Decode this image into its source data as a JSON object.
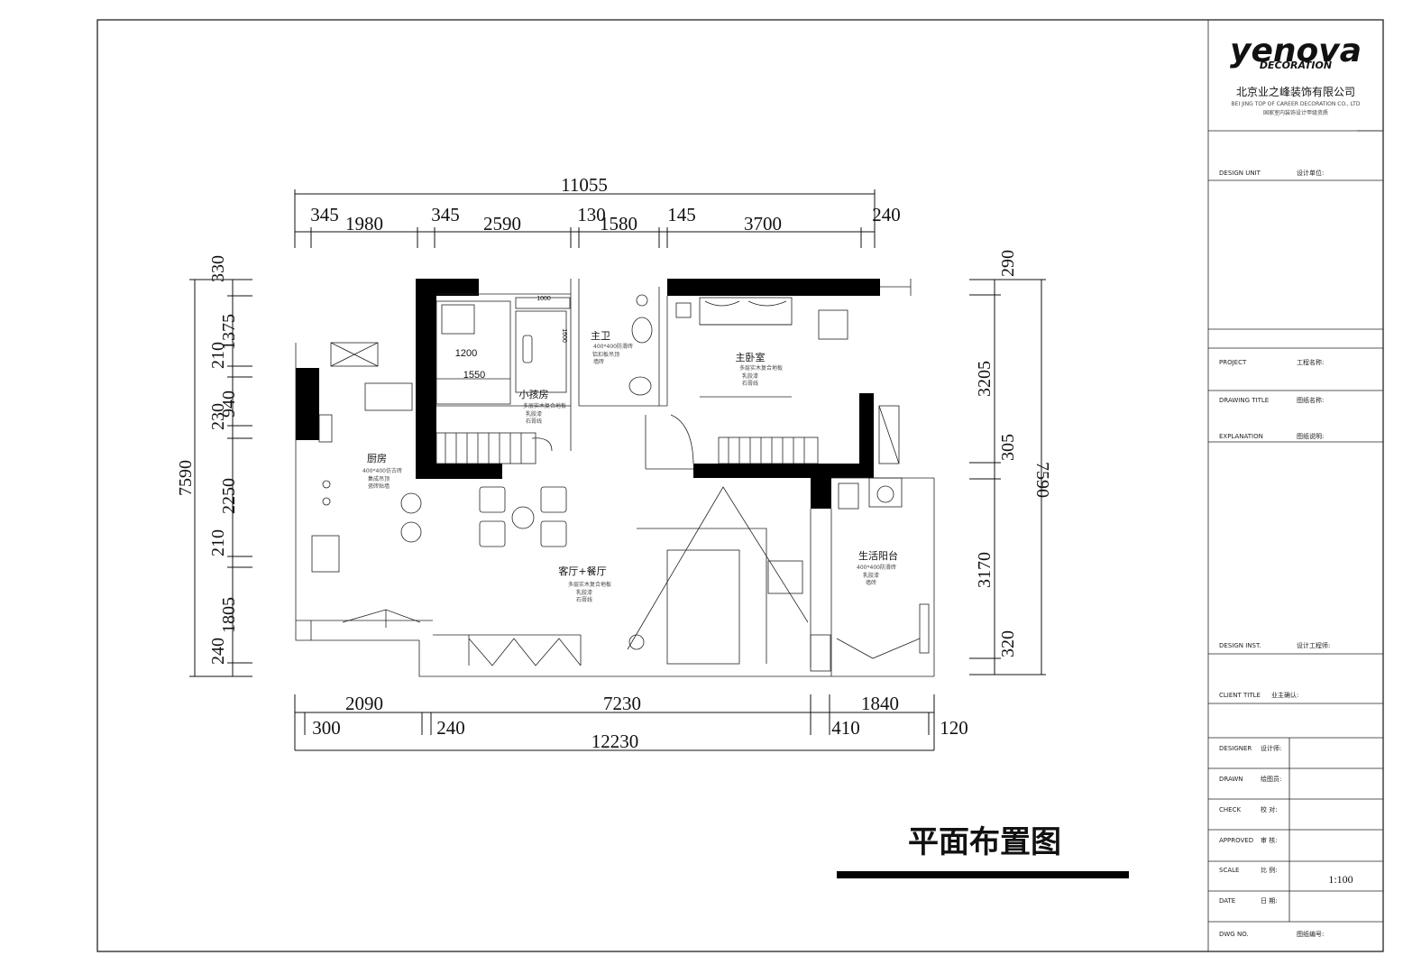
{
  "company": {
    "logo": "yenova",
    "logo_sub": "DECORATION",
    "name_cn": "北京业之峰装饰有限公司",
    "name_en": "BEI JING TOP OF CAREER DECORATION CO., LTD",
    "line3": "国家室内装饰设计甲级资质"
  },
  "title_block": {
    "design_unit": "DESIGN UNIT",
    "design_unit_cn": "设计单位:",
    "project": "PROJECT",
    "project_cn": "工程名称:",
    "drawing_title": "DRAWING TITLE",
    "drawing_title_cn": "图纸名称:",
    "explanation": "EXPLANATION",
    "explanation_cn": "图纸说明:",
    "design_inst": "DESIGN INST.",
    "design_inst_cn": "设计工程师:",
    "client": "CLIENT TITLE",
    "client_cn": "业主确认:",
    "designer": "DESIGNER",
    "designer_cn": "设计师:",
    "drawn": "DRAWN",
    "drawn_cn": "绘图员:",
    "check": "CHECK",
    "check_cn": "校 对:",
    "approved": "APPROVED",
    "approved_cn": "审 核:",
    "scale": "SCALE",
    "scale_cn": "比 例:",
    "scale_value": "1:100",
    "date": "DATE",
    "date_cn": "日 期:",
    "dwg_no": "DWG NO.",
    "dwg_no_cn": "图纸编号:"
  },
  "drawing_title": "平面布置图",
  "dims_top": {
    "total": "11055",
    "segments": [
      "345",
      "1980",
      "345",
      "2590",
      "130",
      "1580",
      "145",
      "3700",
      "240"
    ]
  },
  "dims_bottom": {
    "total": "12230",
    "upper": [
      "2090",
      "7230",
      "1840"
    ],
    "lower": [
      "300",
      "240",
      "410",
      "120"
    ]
  },
  "dims_left": {
    "total": "7590",
    "segments": [
      "330",
      "1375",
      "210",
      "940",
      "230",
      "2250",
      "210",
      "1805",
      "240"
    ]
  },
  "dims_right": {
    "total": "7590",
    "segments": [
      "290",
      "3205",
      "305",
      "3170",
      "320"
    ]
  },
  "rooms": {
    "kitchen": "厨房",
    "kitchen_sub1": "400*400仿古砖",
    "kitchen_sub2": "集成吊顶",
    "kitchen_sub3": "瓷砖贴墙",
    "child": "小孩房",
    "child_sub1": "多层实木复合地板",
    "child_sub2": "乳胶漆",
    "child_sub3": "石膏线",
    "bath": "主卫",
    "bath_sub1": "400*400防滑砖",
    "bath_sub2": "铝扣板吊顶",
    "bath_sub3": "墙砖",
    "master": "主卧室",
    "master_sub1": "多层实木复合地板",
    "master_sub2": "乳胶漆",
    "master_sub3": "石膏线",
    "living": "客厅+餐厅",
    "living_sub1": "多层实木复合地板",
    "living_sub2": "乳胶漆",
    "living_sub3": "石膏线",
    "balcony": "生活阳台",
    "balcony_sub1": "400*400防滑砖",
    "balcony_sub2": "乳胶漆",
    "balcony_sub3": "墙砖"
  },
  "inner_dims": {
    "bed_w": "1200",
    "bed_l": "1550",
    "wardrobe": "1000",
    "desk": "1600"
  }
}
